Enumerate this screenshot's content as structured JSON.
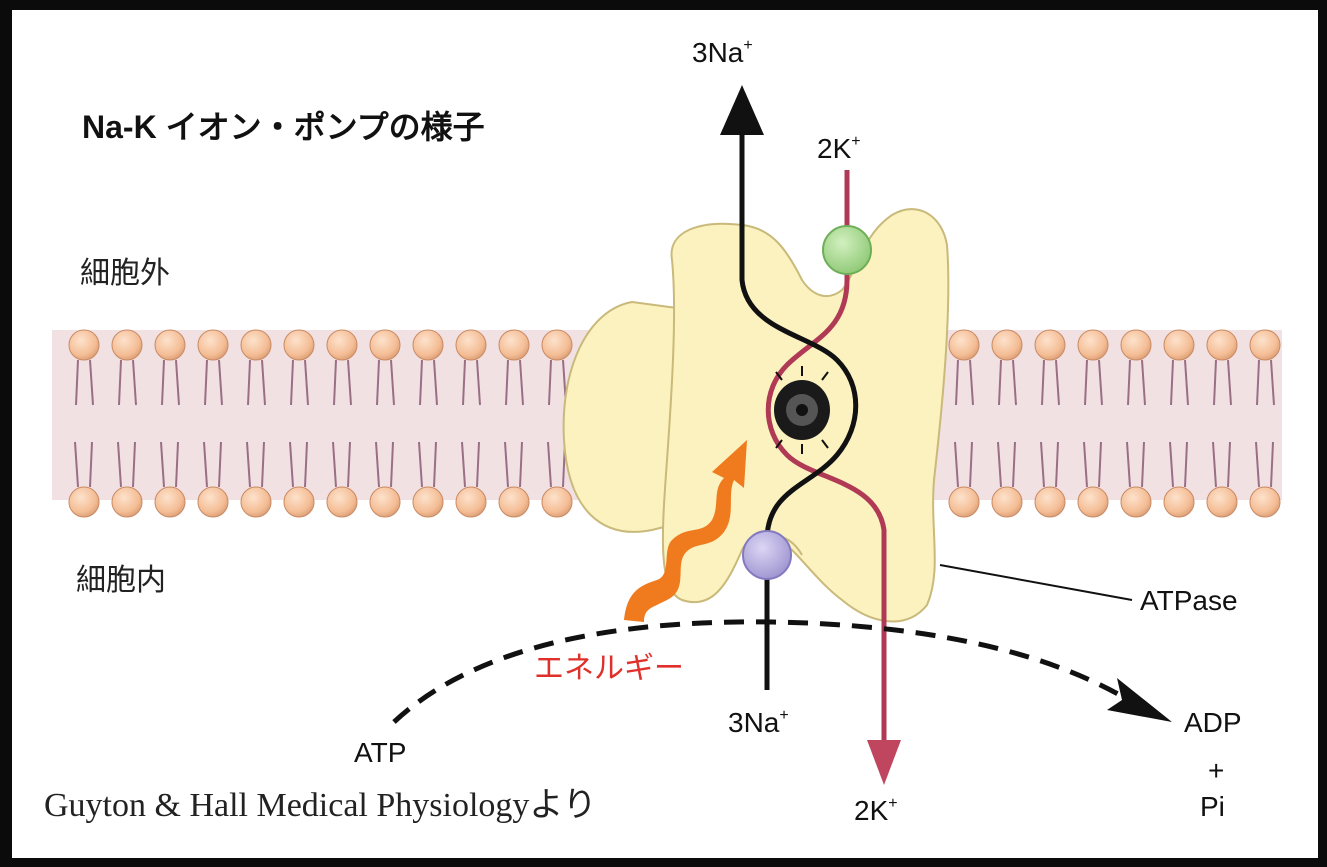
{
  "title": "Na-K イオン・ポンプの様子",
  "regions": {
    "outside": "細胞外",
    "inside": "細胞内"
  },
  "labels": {
    "na_out": "3Na",
    "na_out_charge": "+",
    "k_in": "2K",
    "k_in_charge": "+",
    "na_in": "3Na",
    "na_in_charge": "+",
    "k_out": "2K",
    "k_out_charge": "+",
    "atpase": "ATPase",
    "energy": "エネルギー",
    "atp": "ATP",
    "adp": "ADP",
    "plus": "+",
    "pi": "Pi",
    "credit": "Guyton & Hall  Medical Physiologyより"
  },
  "colors": {
    "na_path": "#111111",
    "k_path": "#b03a55",
    "protein": "#fbf2bf",
    "phospholipid_head": "#f6c39d",
    "membrane_band": "#f0dde0",
    "energy_arrow": "#f07a1e",
    "k_ion": "#a7d88c",
    "na_ion": "#b7aedf"
  }
}
